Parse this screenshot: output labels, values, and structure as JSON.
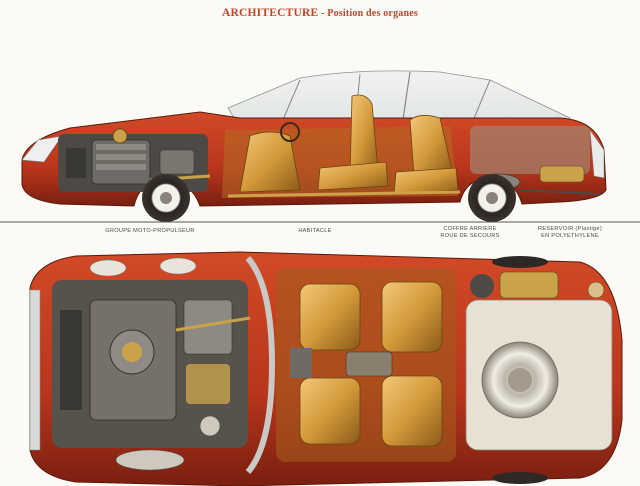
{
  "header": {
    "title_main": "ARCHITECTURE",
    "title_sep": " - ",
    "title_sub": "Position des organes"
  },
  "captions": {
    "engine": "GROUPE MOTO-PROPULSEUR",
    "cabin": "HABITACLE",
    "trunk_line1": "COFFRE ARRIERE",
    "trunk_line2": "ROUE DE SECOURS",
    "tank_line1": "RESERVOIR (Plastigé)",
    "tank_line2": "EN POLYETHYLENE"
  },
  "colors": {
    "body_red": "#b8361c",
    "body_dark": "#7a1f10",
    "interior_gold": "#d49a3a",
    "engine_grey": "#5d5a55",
    "title_red": "#c4442a"
  }
}
